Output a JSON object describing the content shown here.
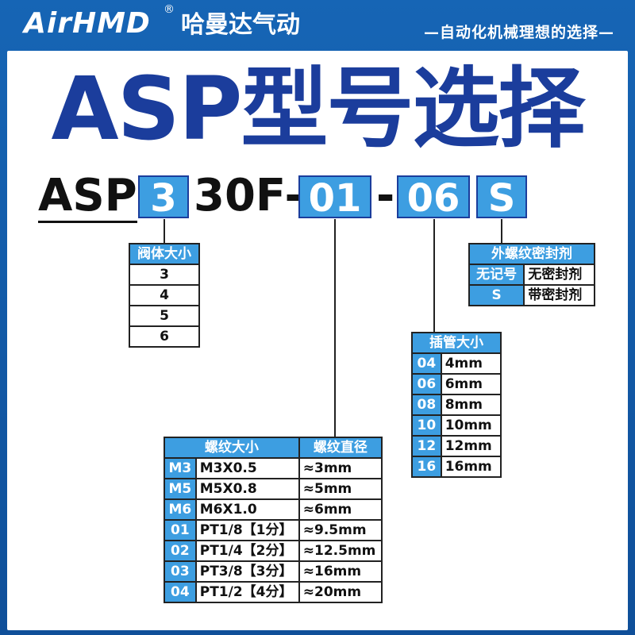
{
  "header": {
    "logo_text": "AirHMD",
    "registered_mark": "®",
    "brand_cn": "哈曼达气动",
    "slogan": "—自动化机械理想的选择—"
  },
  "title": "ASP型号选择",
  "model_code": {
    "prefix": "ASP",
    "box1": "3",
    "middle": "30F-",
    "box2": "01",
    "dash": "-",
    "box3": "06",
    "box4": "S"
  },
  "valve_size": {
    "header": "阀体大小",
    "rows": [
      "3",
      "4",
      "5",
      "6"
    ]
  },
  "sealant": {
    "header": "外螺纹密封剂",
    "rows": [
      {
        "code": "无记号",
        "desc": "无密封剂"
      },
      {
        "code": "S",
        "desc": "带密封剂"
      }
    ]
  },
  "tube_size": {
    "header": "插管大小",
    "rows": [
      {
        "code": "04",
        "size": "4mm"
      },
      {
        "code": "06",
        "size": "6mm"
      },
      {
        "code": "08",
        "size": "8mm"
      },
      {
        "code": "10",
        "size": "10mm"
      },
      {
        "code": "12",
        "size": "12mm"
      },
      {
        "code": "16",
        "size": "16mm"
      }
    ]
  },
  "thread": {
    "header_size": "螺纹大小",
    "header_diameter": "螺纹直径",
    "rows": [
      {
        "code": "M3",
        "spec": "M3X0.5",
        "dia": "≈3mm"
      },
      {
        "code": "M5",
        "spec": "M5X0.8",
        "dia": "≈5mm"
      },
      {
        "code": "M6",
        "spec": "M6X1.0",
        "dia": "≈6mm"
      },
      {
        "code": "01",
        "spec": "PT1/8【1分】",
        "dia": "≈9.5mm"
      },
      {
        "code": "02",
        "spec": "PT1/4【2分】",
        "dia": "≈12.5mm"
      },
      {
        "code": "03",
        "spec": "PT3/8【3分】",
        "dia": "≈16mm"
      },
      {
        "code": "04",
        "spec": "PT1/2【4分】",
        "dia": "≈20mm"
      }
    ]
  }
}
